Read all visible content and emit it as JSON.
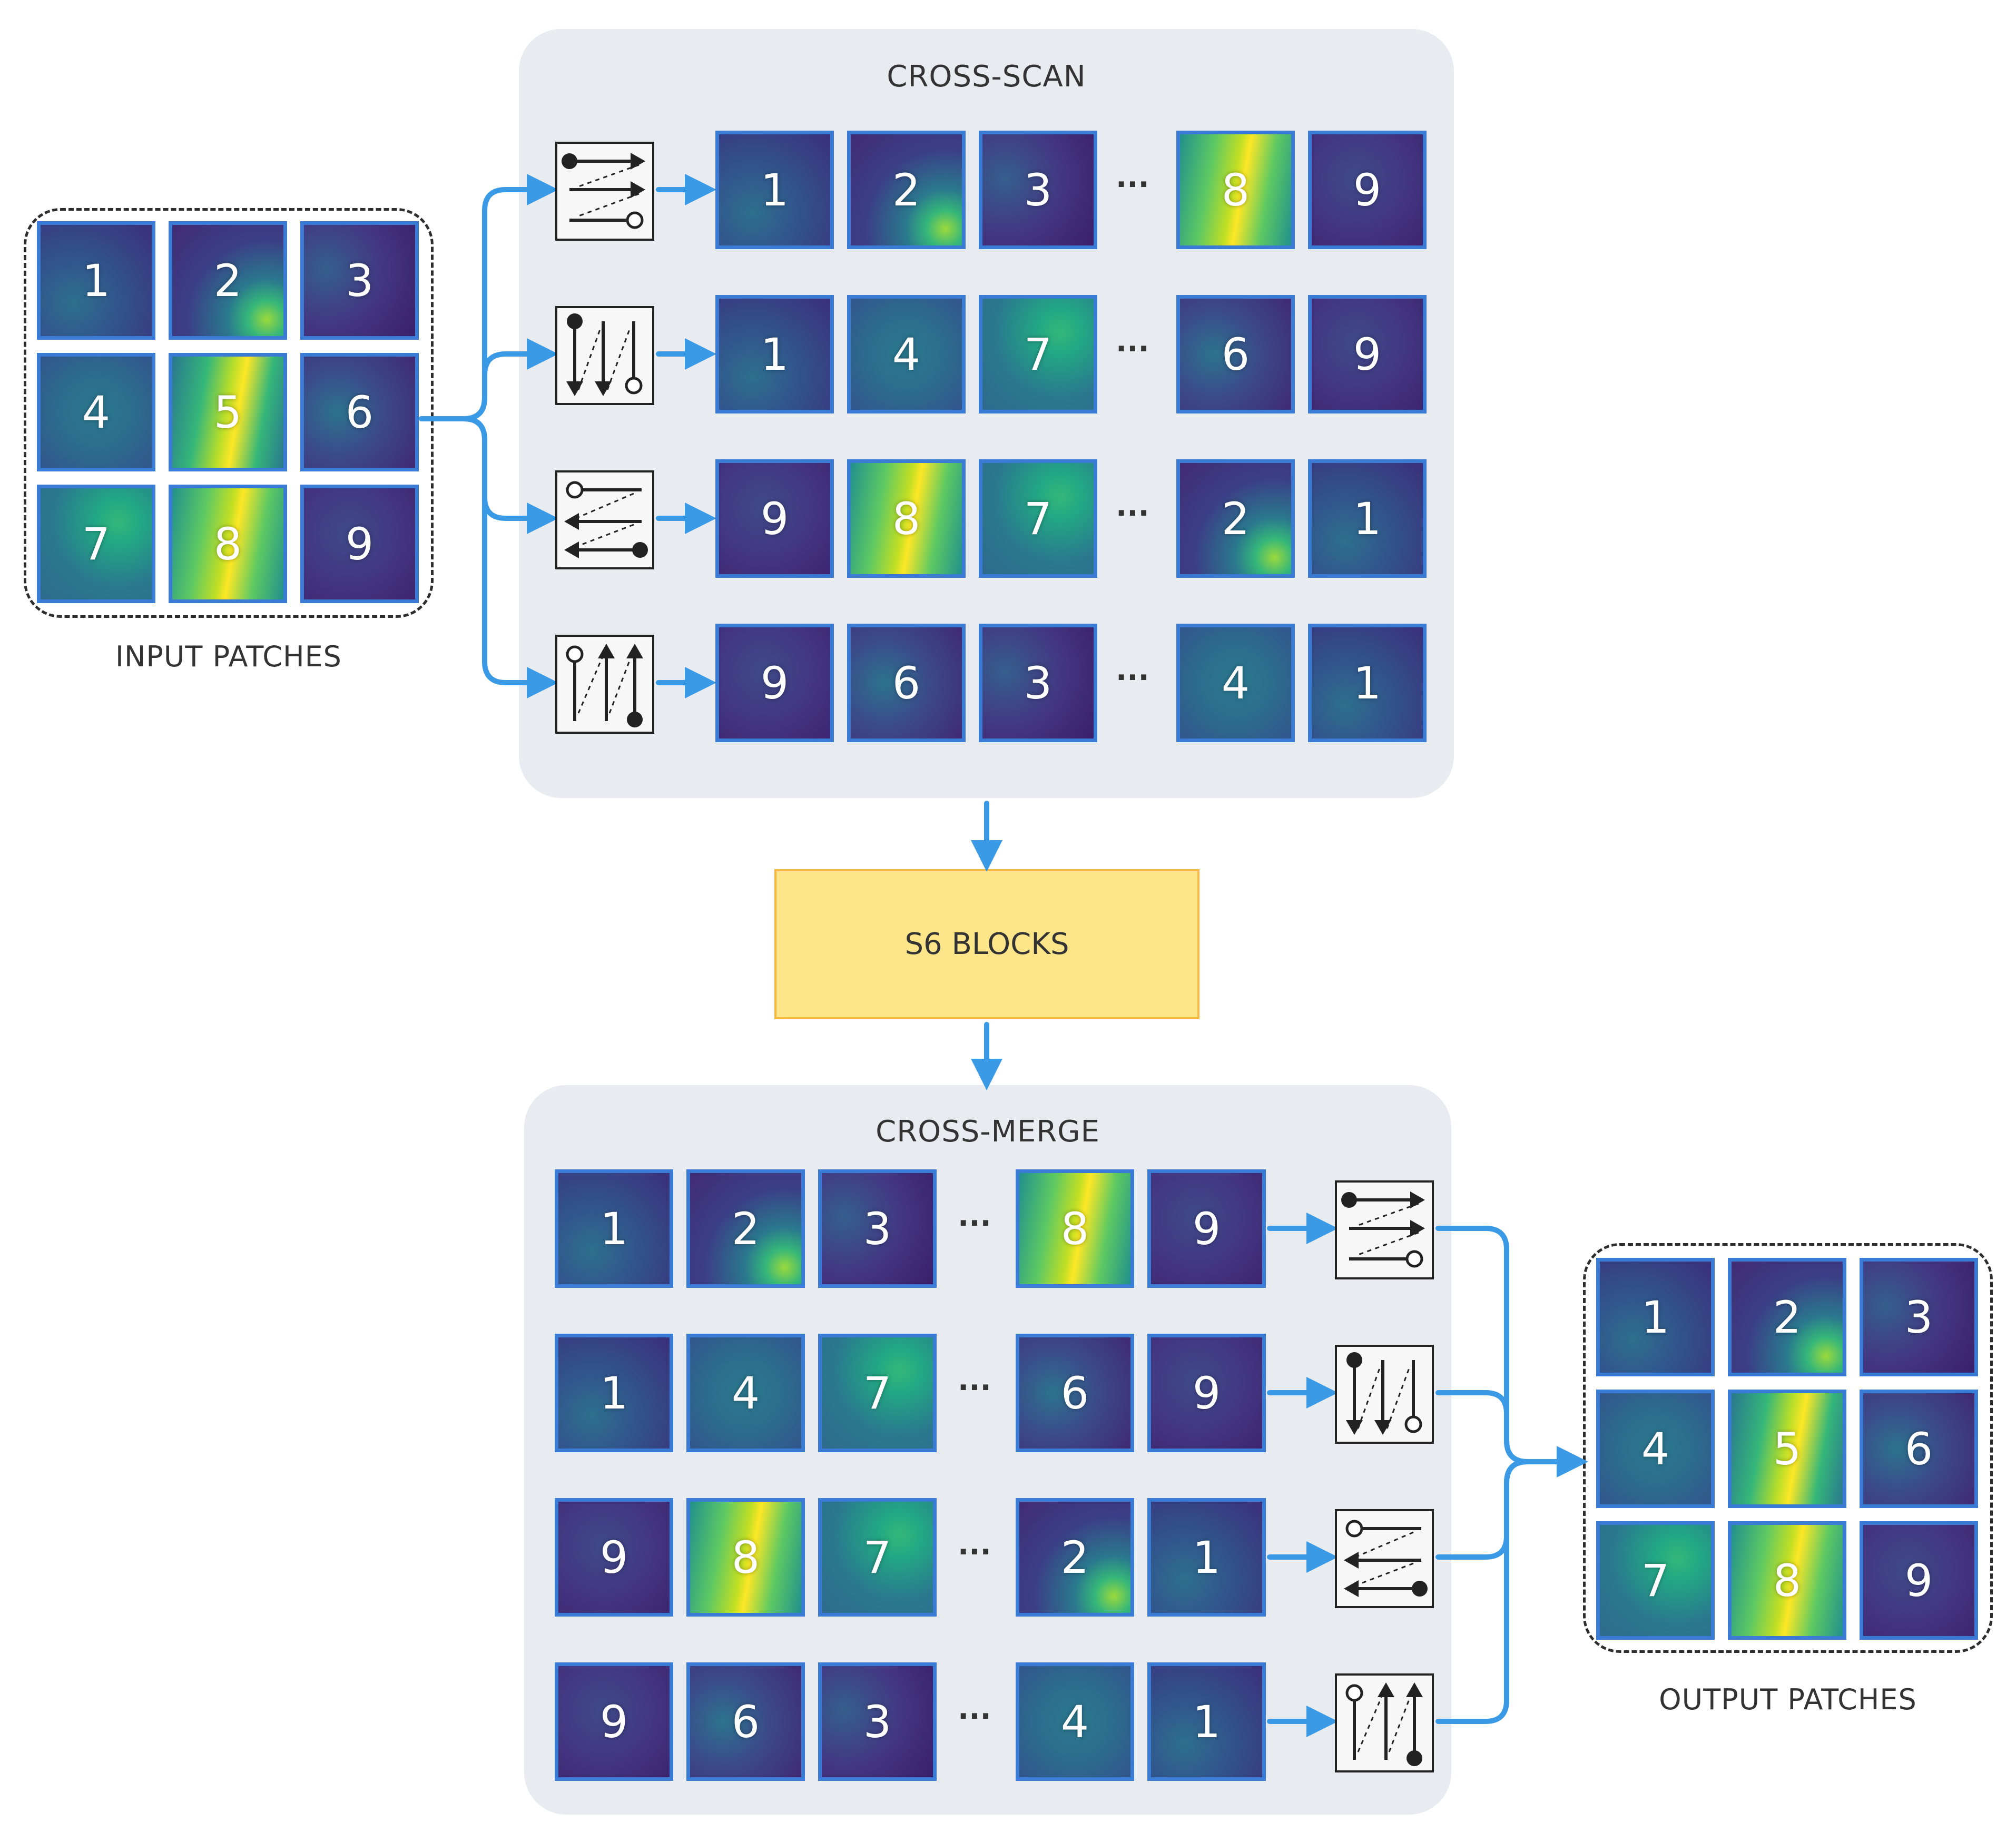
{
  "labels": {
    "cross_scan": "CROSS-SCAN",
    "cross_merge": "CROSS-MERGE",
    "s6_blocks": "S6 BLOCKS",
    "input_patches": "INPUT PATCHES",
    "output_patches": "OUTPUT PATCHES",
    "ellipsis": "···"
  },
  "colors": {
    "panel": "#e8ebef",
    "arrow": "#3b9ae6",
    "tile_border": "#3a7bd5",
    "s6_fill": "#fde68a",
    "s6_border": "#f5b942"
  },
  "input_grid": [
    "1",
    "2",
    "3",
    "4",
    "5",
    "6",
    "7",
    "8",
    "9"
  ],
  "output_grid": [
    "1",
    "2",
    "3",
    "4",
    "5",
    "6",
    "7",
    "8",
    "9"
  ],
  "scan_sequences": [
    {
      "icon": "scan-row-forward-icon",
      "first": [
        "1",
        "2",
        "3"
      ],
      "last": [
        "8",
        "9"
      ]
    },
    {
      "icon": "scan-column-forward-icon",
      "first": [
        "1",
        "4",
        "7"
      ],
      "last": [
        "6",
        "9"
      ]
    },
    {
      "icon": "scan-row-reverse-icon",
      "first": [
        "9",
        "8",
        "7"
      ],
      "last": [
        "2",
        "1"
      ]
    },
    {
      "icon": "scan-column-reverse-icon",
      "first": [
        "9",
        "6",
        "3"
      ],
      "last": [
        "4",
        "1"
      ]
    }
  ],
  "merge_sequences": [
    {
      "icon": "scan-row-forward-icon",
      "first": [
        "1",
        "2",
        "3"
      ],
      "last": [
        "8",
        "9"
      ]
    },
    {
      "icon": "scan-column-forward-icon",
      "first": [
        "1",
        "4",
        "7"
      ],
      "last": [
        "6",
        "9"
      ]
    },
    {
      "icon": "scan-row-reverse-icon",
      "first": [
        "9",
        "8",
        "7"
      ],
      "last": [
        "2",
        "1"
      ]
    },
    {
      "icon": "scan-column-reverse-icon",
      "first": [
        "9",
        "6",
        "3"
      ],
      "last": [
        "4",
        "1"
      ]
    }
  ]
}
